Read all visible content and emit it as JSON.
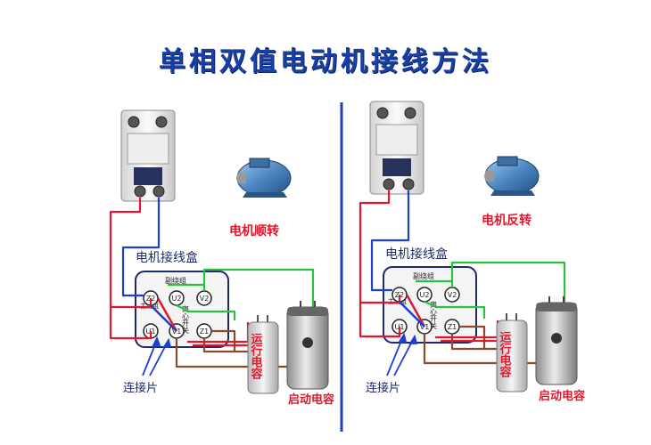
{
  "title": "单相双值电动机接线方法",
  "colors": {
    "title": "#1a3fa3",
    "divider": "#1e3fb8",
    "wire_red": "#e3162b",
    "wire_blue": "#1c3fd0",
    "wire_green": "#28c23c",
    "wire_brown": "#8a4b2a",
    "label_red": "#e3162b",
    "label_dark": "#1e2a6a"
  },
  "left": {
    "rotation_label": "电机顺转",
    "box_label": "电机接线盒",
    "secondary_winding": "副绕组",
    "main_winding": "主绕组",
    "centrifugal_switch": "离心开关",
    "terminals": {
      "z2": "Z2",
      "u2": "U2",
      "v2": "V2",
      "u1": "U1",
      "v1": "V1",
      "z1": "Z1"
    },
    "link_label": "连接片",
    "run_cap_label": "运行电容",
    "start_cap_label": "启动电容"
  },
  "right": {
    "rotation_label": "电机反转",
    "box_label": "电机接线盒",
    "secondary_winding": "副绕组",
    "main_winding": "主绕组",
    "centrifugal_switch": "离心开关",
    "terminals": {
      "z2": "Z2",
      "u2": "U2",
      "v2": "V2",
      "u1": "U1",
      "v1": "V1",
      "z1": "Z1"
    },
    "link_label": "连接片",
    "run_cap_label": "运行电容",
    "start_cap_label": "启动电容"
  }
}
